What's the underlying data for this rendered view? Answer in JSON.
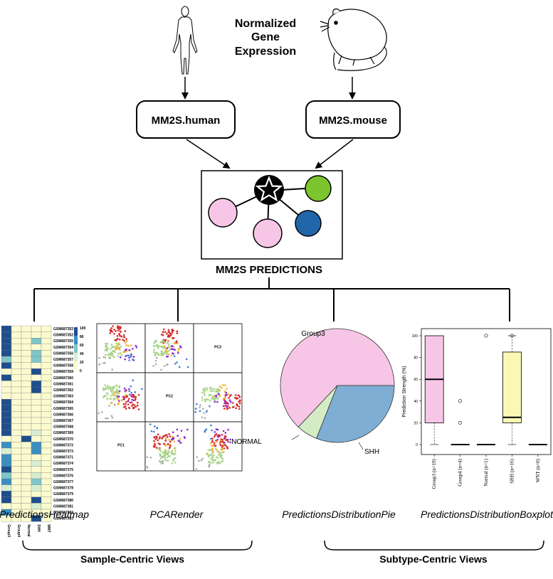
{
  "title": {
    "lines": [
      "Normalized",
      "Gene",
      "Expression"
    ]
  },
  "inputs": {
    "human": {
      "box_label": "MM2S.human",
      "icon": "human-silhouette-icon"
    },
    "mouse": {
      "box_label": "MM2S.mouse",
      "icon": "mouse-icon"
    }
  },
  "predictions": {
    "label": "MM2S PREDICTIONS",
    "network": {
      "center_icon": "star-icon",
      "node_colors": [
        "#f7c6e6",
        "#f7c6e6",
        "#2266aa",
        "#7cc52c"
      ]
    }
  },
  "colors": {
    "pink": "#f7c6e6",
    "blue_pie": "#7eaed3",
    "green_pie": "#d3ecc6",
    "yellow_box": "#fbf8b5",
    "green_node": "#7cc52c",
    "blue_node": "#2266aa"
  },
  "views": {
    "heatmap": {
      "caption": "PredictionsHeatmap",
      "rows": [
        "GSM687353",
        "GSM687352",
        "GSM687355",
        "GSM687354",
        "GSM687356",
        "GSM687357",
        "GSM687358",
        "GSM687359",
        "GSM687360",
        "GSM687361",
        "GSM687362",
        "GSM687363",
        "GSM687364",
        "GSM687365",
        "GSM687366",
        "GSM687367",
        "GSM687368",
        "GSM687369",
        "GSM687370",
        "GSM687372",
        "GSM687373",
        "GSM687371",
        "GSM687374",
        "GSM687375",
        "GSM687376",
        "GSM687377",
        "GSM687378",
        "GSM687379",
        "GSM687380",
        "GSM687381",
        "GSM687382",
        "GSM687383"
      ],
      "columns": [
        "Group3",
        "Group4",
        "Normal",
        "SHH",
        "WNT"
      ],
      "legend_ticks": [
        "100",
        "80",
        "60",
        "40",
        "20",
        "0"
      ],
      "values": [
        [
          100,
          0,
          0,
          0,
          0
        ],
        [
          100,
          0,
          0,
          0,
          0
        ],
        [
          100,
          0,
          0,
          40,
          0
        ],
        [
          100,
          0,
          0,
          0,
          0
        ],
        [
          100,
          0,
          0,
          40,
          0
        ],
        [
          40,
          0,
          0,
          40,
          0
        ],
        [
          100,
          0,
          0,
          0,
          0
        ],
        [
          0,
          0,
          0,
          100,
          0
        ],
        [
          100,
          0,
          0,
          0,
          0
        ],
        [
          0,
          0,
          0,
          100,
          0
        ],
        [
          0,
          0,
          0,
          100,
          0
        ],
        [
          0,
          0,
          0,
          0,
          0
        ],
        [
          100,
          0,
          0,
          0,
          0
        ],
        [
          100,
          0,
          0,
          0,
          0
        ],
        [
          100,
          0,
          0,
          0,
          0
        ],
        [
          100,
          0,
          0,
          0,
          0
        ],
        [
          100,
          0,
          0,
          0,
          0
        ],
        [
          100,
          0,
          0,
          20,
          0
        ],
        [
          0,
          0,
          100,
          0,
          0
        ],
        [
          60,
          0,
          0,
          60,
          0
        ],
        [
          20,
          0,
          0,
          60,
          0
        ],
        [
          60,
          0,
          0,
          0,
          0
        ],
        [
          60,
          0,
          0,
          20,
          0
        ],
        [
          100,
          0,
          0,
          0,
          0
        ],
        [
          40,
          0,
          0,
          20,
          0
        ],
        [
          60,
          0,
          0,
          40,
          0
        ],
        [
          20,
          0,
          0,
          20,
          0
        ],
        [
          100,
          0,
          0,
          0,
          0
        ],
        [
          100,
          0,
          0,
          100,
          0
        ],
        [
          0,
          0,
          0,
          20,
          0
        ],
        [
          60,
          0,
          0,
          0,
          0
        ],
        [
          0,
          0,
          0,
          100,
          0
        ]
      ]
    },
    "pca": {
      "caption": "PCARender",
      "axis_labels": [
        "PC1",
        "PC2",
        "PC3"
      ]
    },
    "pie": {
      "caption": "PredictionsDistributionPie",
      "chart_data": {
        "type": "pie",
        "labels": [
          "Group3",
          "SHH",
          "NORMAL"
        ],
        "values": [
          63,
          31,
          6
        ],
        "colors": [
          "#f7c6e6",
          "#7eaed3",
          "#d3ecc6"
        ]
      }
    },
    "boxplot": {
      "caption": "PredictionsDistributionBoxplot",
      "chart_data": {
        "type": "box",
        "ylabel": "Prediction Strength (%)",
        "yticks": [
          0,
          20,
          40,
          60,
          80,
          100
        ],
        "categories": [
          "Group3 (n=19)",
          "Group4 (n=4)",
          "Normal (n=1)",
          "SHH (n=16)",
          "WNT (n=0)"
        ],
        "boxes": [
          {
            "min": 0,
            "q1": 20,
            "median": 60,
            "q3": 100,
            "max": 100,
            "outliers": [],
            "color": "#f7c6e6"
          },
          {
            "min": 0,
            "q1": 0,
            "median": 0,
            "q3": 0,
            "max": 0,
            "outliers": [
              20,
              40
            ],
            "color": "#ffffff"
          },
          {
            "min": 0,
            "q1": 0,
            "median": 0,
            "q3": 0,
            "max": 0,
            "outliers": [],
            "color": "#ffffff"
          },
          {
            "min": 0,
            "q1": 20,
            "median": 25,
            "q3": 85,
            "max": 100,
            "outliers": [
              100
            ],
            "color": "#fbf8b5"
          },
          {
            "min": 0,
            "q1": 0,
            "median": 0,
            "q3": 0,
            "max": 0,
            "outliers": [],
            "color": "#ffffff"
          }
        ],
        "normal_outlier": 100
      }
    }
  },
  "groups": {
    "sample_centric": "Sample-Centric Views",
    "subtype_centric": "Subtype-Centric Views"
  }
}
